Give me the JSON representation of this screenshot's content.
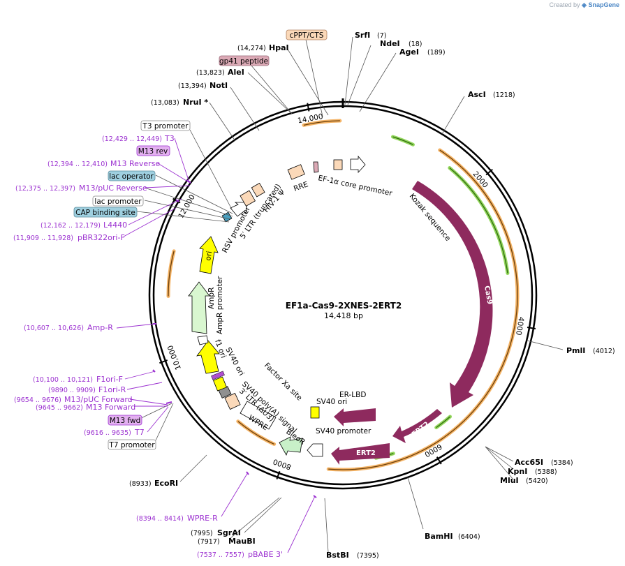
{
  "header": {
    "credit_prefix": "Created by",
    "credit_brand": "SnapGene"
  },
  "map": {
    "name": "EF1a-Cas9-2XNES-2ERT2",
    "length_label": "14,418 bp",
    "length_bp": 14418
  },
  "ticks": [
    {
      "bp": 2000,
      "label": "2000"
    },
    {
      "bp": 4000,
      "label": "4000"
    },
    {
      "bp": 6000,
      "label": "6000"
    },
    {
      "bp": 8000,
      "label": "8000"
    },
    {
      "bp": 10000,
      "label": "10,000"
    },
    {
      "bp": 12000,
      "label": "12,000"
    },
    {
      "bp": 14000,
      "label": "14,000"
    }
  ],
  "sites": [
    {
      "name": "SrfI",
      "pos": "(7)"
    },
    {
      "name": "NdeI",
      "pos": "(18)"
    },
    {
      "name": "AgeI",
      "pos": "(189)"
    },
    {
      "name": "AscI",
      "pos": "(1218)"
    },
    {
      "name": "PmlI",
      "pos": "(4012)"
    },
    {
      "name": "Acc65I",
      "pos": "(5384)"
    },
    {
      "name": "KpnI",
      "pos": "(5388)"
    },
    {
      "name": "MluI",
      "pos": "(5420)"
    },
    {
      "name": "BamHI",
      "pos": "(6404)"
    },
    {
      "name": "BstBI",
      "pos": "(7395)"
    },
    {
      "name": "MauBI",
      "pos": "(7917)"
    },
    {
      "name": "SgrAI",
      "pos": "(7995)"
    },
    {
      "name": "EcoRI",
      "pos": "(8933)"
    },
    {
      "name": "NruI *",
      "pos": "(13,083)"
    },
    {
      "name": "NotI",
      "pos": "(13,394)"
    },
    {
      "name": "AleI",
      "pos": "(13,823)"
    },
    {
      "name": "HpaI",
      "pos": "(14,274)"
    }
  ],
  "feature_boxes": [
    {
      "name": "cPPT/CTS",
      "color": "#fbd9b9"
    },
    {
      "name": "gp41 peptide",
      "color": "#dba9b5"
    }
  ],
  "primers": [
    {
      "name": "T3",
      "pos": "(12,429 .. 12,449)"
    },
    {
      "name": "M13 Reverse",
      "pos": "(12,394 .. 12,410)"
    },
    {
      "name": "M13/pUC Reverse",
      "pos": "(12,375 .. 12,397)"
    },
    {
      "name": "L4440",
      "pos": "(12,162 .. 12,179)"
    },
    {
      "name": "pBR322ori-F",
      "pos": "(11,909 .. 11,928)"
    },
    {
      "name": "Amp-R",
      "pos": "(10,607 .. 10,626)"
    },
    {
      "name": "F1ori-F",
      "pos": "(10,100 .. 10,121)"
    },
    {
      "name": "F1ori-R",
      "pos": "(9890 .. 9909)"
    },
    {
      "name": "M13/pUC Forward",
      "pos": "(9654 .. 9676)"
    },
    {
      "name": "M13 Forward",
      "pos": "(9645 .. 9662)"
    },
    {
      "name": "T7",
      "pos": "(9616 .. 9635)"
    },
    {
      "name": "WPRE-R",
      "pos": "(8394 .. 8414)"
    },
    {
      "name": "pBABE 3'",
      "pos": "(7537 .. 7557)"
    }
  ],
  "label_boxes": [
    {
      "name": "T3 promoter",
      "color": "#ffffff"
    },
    {
      "name": "M13 rev",
      "color": "#e3b0f0"
    },
    {
      "name": "lac operator",
      "color": "#9fd0e0"
    },
    {
      "name": "lac promoter",
      "color": "#ffffff"
    },
    {
      "name": "CAP binding site",
      "color": "#9fd0e0"
    },
    {
      "name": "M13 fwd",
      "color": "#e3b0f0"
    },
    {
      "name": "T7 promoter",
      "color": "#ffffff"
    }
  ],
  "features": {
    "ef1a": "EF-1α core promoter",
    "rre": "RRE",
    "hiv": "HIV-1 Ψ",
    "ltr5": "5′ LTR (truncated)",
    "rsv": "RSV promoter",
    "kozak": "Kozak sequence",
    "cas9": "Cas9",
    "ert2a": "ERT2",
    "ert2b": "ERT2",
    "erlbd": "ER-LBD",
    "sv40ori_a": "SV40 ori",
    "sv40prom": "SV40 promoter",
    "bleor": "BleoR",
    "wpre": "WPRE",
    "ltr3": "3′ LTR (ΔU3)",
    "sv40pa": "SV40 poly(A) signal",
    "factorxa": "Factor Xa site",
    "sv40ori_b": "SV40 ori",
    "f1ori": "f1 ori",
    "ampr_prom": "AmpR promoter",
    "ampr": "AmpR",
    "ori": "ori"
  },
  "colors": {
    "cas9": "#8e2a5e",
    "orange_band": "#f2a64a",
    "green_arrow": "#7fcf3e",
    "ori_yellow": "#ffff00",
    "ampr_fill": "#d9f7d0",
    "bleor_fill": "#c8f0c8",
    "primer": "#9b30d0",
    "box_peach": "#fbd9b9"
  }
}
